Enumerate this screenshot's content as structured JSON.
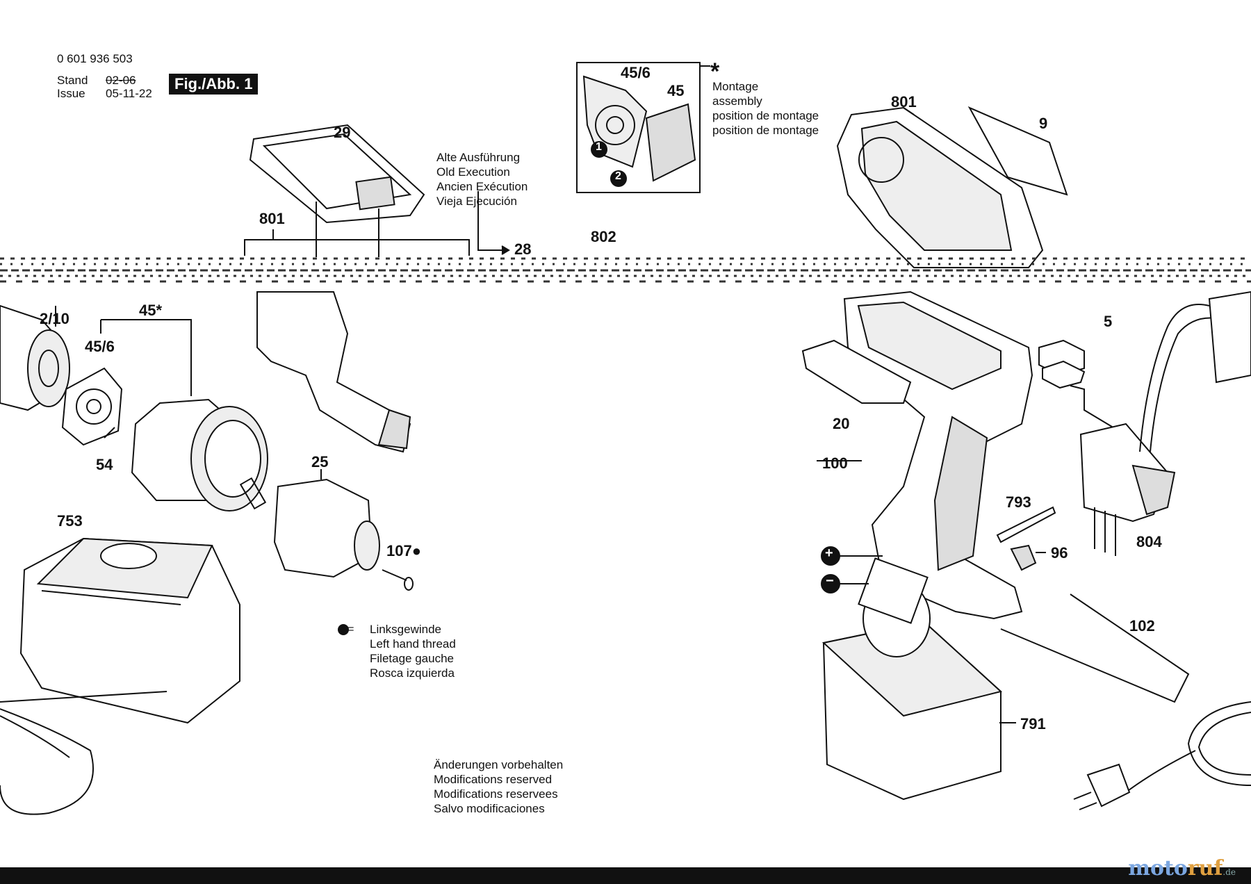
{
  "header": {
    "doc_number": "0 601 936 503",
    "stand_label": "Stand",
    "issue_label": "Issue",
    "date_old": "02-06",
    "date_new": "05-11-22",
    "fig_label": "Fig./Abb. 1"
  },
  "notes": {
    "old_version": [
      "Alte Ausführung",
      "Old Execution",
      "Ancien Exécution",
      "Vieja Ejecución"
    ],
    "assembly": [
      "Montage",
      "assembly",
      "position de montage",
      "position de montage"
    ],
    "left_thread_symbol": "● =",
    "left_thread": [
      "Linksgewinde",
      "Left hand thread",
      "Filetage gauche",
      "Rosca izquierda"
    ],
    "modifications": [
      "Änderungen vorbehalten",
      "Modifications reserved",
      "Modifications reservees",
      "Salvo modificaciones"
    ]
  },
  "parts": {
    "p29": "29",
    "p801_left": "801",
    "p28": "28",
    "p802": "802",
    "p801_right": "801",
    "p9": "9",
    "inset_456": "45/6",
    "inset_45": "45",
    "asterisk": "*",
    "p210": "2/10",
    "p456": "45/6",
    "p45": "45*",
    "p54": "54",
    "p25": "25",
    "p107": "107●",
    "p753": "753",
    "p5": "5",
    "p20": "20",
    "p100": "100",
    "p793": "793",
    "p96": "96",
    "p804": "804",
    "p102": "102",
    "p791": "791",
    "plus": "+",
    "minus": "−",
    "step1": "1",
    "step2": "2"
  },
  "watermark": {
    "part1": "moto",
    "part2": "ruf",
    "suffix": ".de"
  }
}
